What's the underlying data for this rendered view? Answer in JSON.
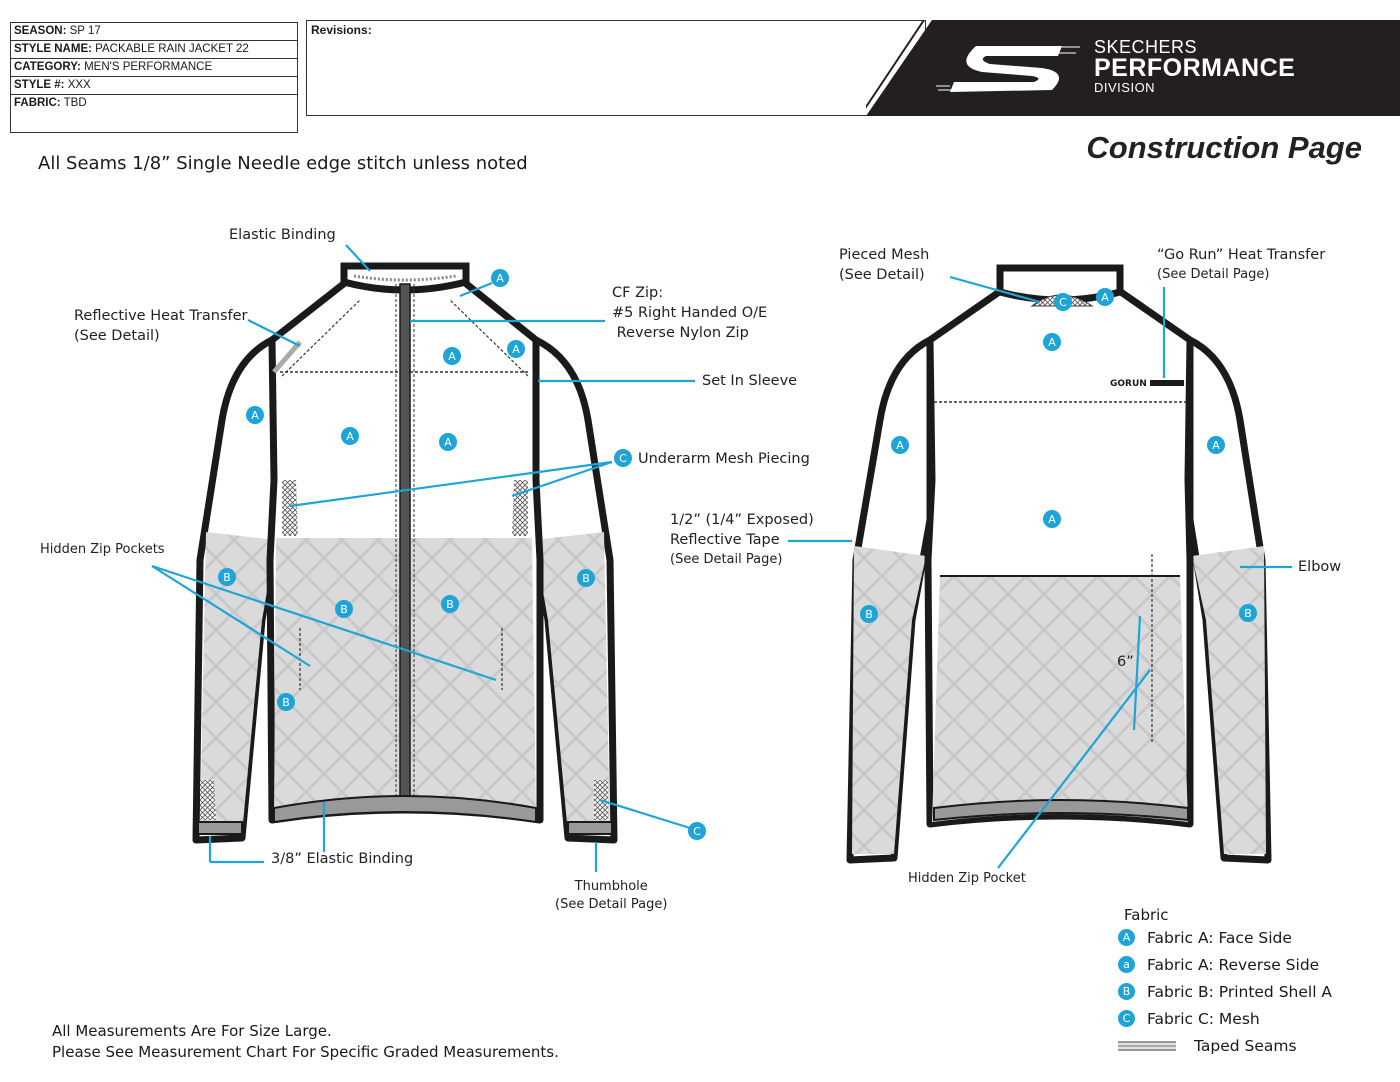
{
  "header": {
    "info": [
      {
        "label": "SEASON:",
        "value": "SP 17"
      },
      {
        "label": "STYLE NAME:",
        "value": "PACKABLE RAIN JACKET 22"
      },
      {
        "label": "CATEGORY:",
        "value": "MEN'S PERFORMANCE"
      },
      {
        "label": "STYLE #:",
        "value": "XXX"
      },
      {
        "label": "FABRIC:",
        "value": "TBD"
      }
    ],
    "revisions_label": "Revisions:",
    "logo": {
      "line1": "SKECHERS",
      "line2": "PERFORMANCE",
      "line3": "DIVISION",
      "mark": "S"
    },
    "page_title": "Construction Page"
  },
  "seam_note": "All Seams 1/8” Single Needle edge stitch unless noted",
  "front_callouts": {
    "elastic_binding": "Elastic Binding",
    "reflective_heat_transfer": [
      "Reflective Heat Transfer",
      "(See Detail)"
    ],
    "cf_zip": [
      "CF Zip:",
      "#5 Right Handed O/E",
      " Reverse Nylon Zip"
    ],
    "set_in_sleeve": "Set In Sleeve",
    "underarm_mesh": "Underarm Mesh Piecing",
    "hidden_zip_pockets": "Hidden Zip Pockets",
    "elastic_binding_hem": "3/8” Elastic Binding",
    "thumbhole": [
      "Thumbhole",
      "(See Detail Page)"
    ]
  },
  "back_callouts": {
    "pieced_mesh": [
      "Pieced Mesh",
      "(See Detail)"
    ],
    "go_run_transfer": [
      "“Go Run” Heat Transfer",
      "(See Detail Page)"
    ],
    "reflective_tape": [
      "1/2”  (1/4” Exposed)",
      "Reflective Tape",
      "(See Detail Page)"
    ],
    "elbow": "Elbow",
    "pocket_length": "6”",
    "hidden_zip_pocket": "Hidden Zip Pocket",
    "go_run_logo": "GORUN"
  },
  "legend": {
    "title": "Fabric",
    "items": [
      {
        "badge": "A",
        "label": "Fabric A: Face Side"
      },
      {
        "badge": "a",
        "label": "Fabric A: Reverse Side"
      },
      {
        "badge": "B",
        "label": "Fabric B:  Printed Shell A"
      },
      {
        "badge": "C",
        "label": "Fabric C:  Mesh"
      }
    ],
    "taped_seams": "Taped Seams"
  },
  "footnotes": [
    "All Measurements Are For Size Large.",
    "Please See Measurement Chart For Specific Graded Measurements."
  ],
  "colors": {
    "callout": "#1ea4d6",
    "outline": "#1a1a1a",
    "fabric_b": "#d9d9d9",
    "logo_band": "#231f20"
  }
}
